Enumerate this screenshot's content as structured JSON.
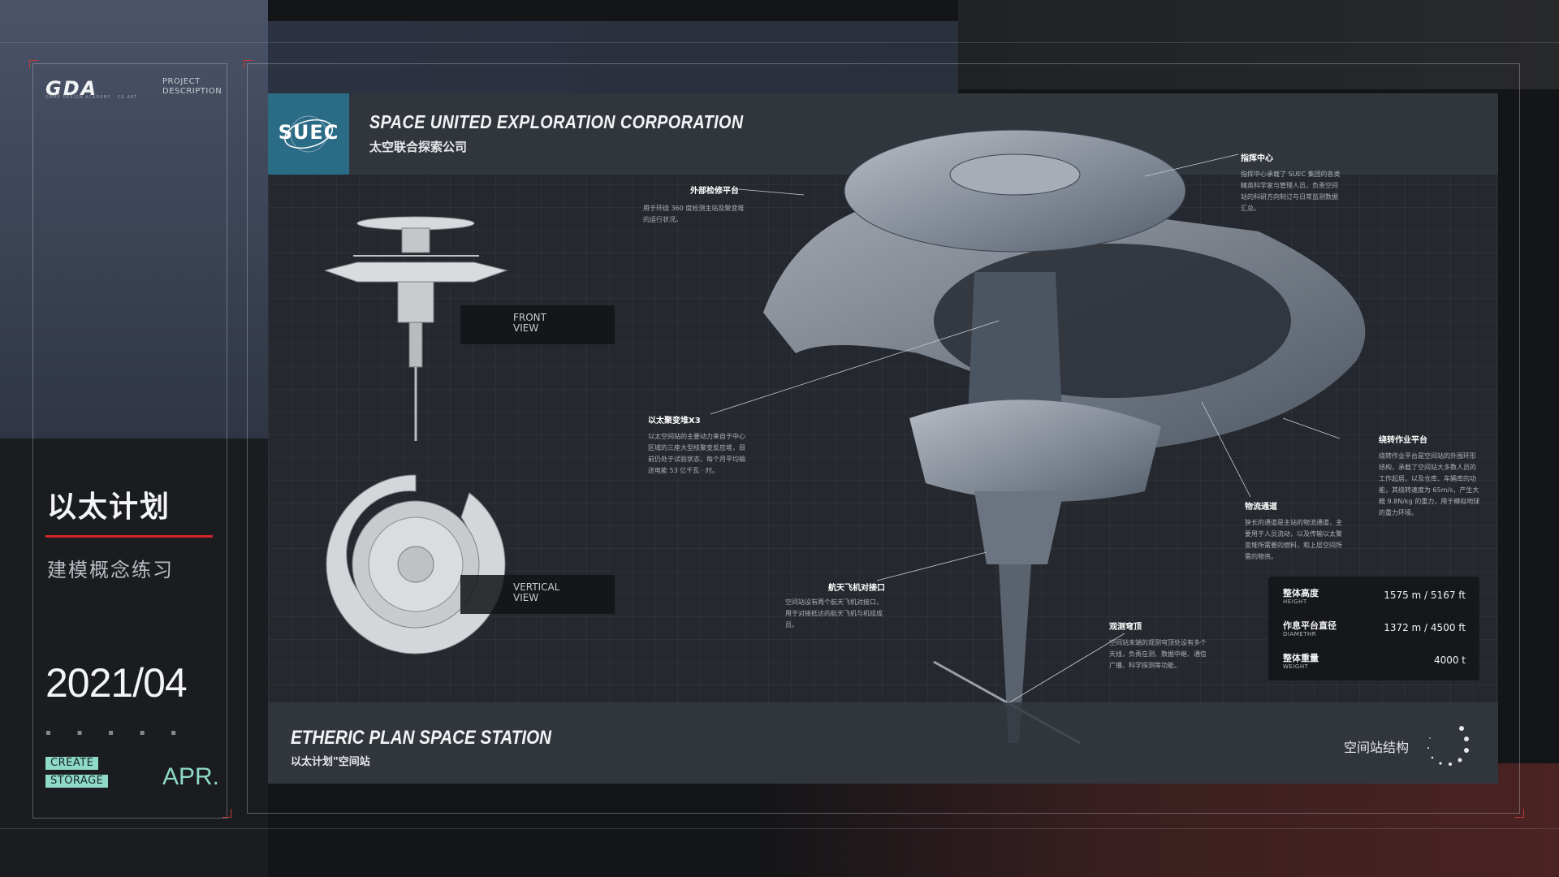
{
  "brand": {
    "logo": "GDA",
    "logo_sub": "GAME DESIGN ACADEMY · CG ART",
    "project_desc": [
      "PROJECT",
      "DESCRIPTION"
    ]
  },
  "left": {
    "title": "以太计划",
    "subtitle": "建模概念练习",
    "date": "2021/04",
    "tags": [
      "CREATE",
      "STORAGE"
    ],
    "month": "APR."
  },
  "header": {
    "logo": "SUEC",
    "company_en": "SPACE UNITED EXPLORATION CORPORATION",
    "company_cn": "太空联合探索公司"
  },
  "views": {
    "front": [
      "FRONT",
      "VIEW"
    ],
    "vertical": [
      "VERTICAL",
      "VIEW"
    ]
  },
  "annotations": {
    "maintenance": {
      "title": "外部检修平台",
      "body": "用于环绕 360 度检测主站及聚变堆的运行状况。"
    },
    "fusion": {
      "title": "以太聚变堆X3",
      "body": "以太空间站的主要动力来自于中心区域的三座大型核聚变反应堆，目前仍处于试验状态，每个月平均输送电能 53 亿千瓦 · 时。"
    },
    "dock": {
      "title": "航天飞机对接口",
      "body": "空间站设有两个航天飞机对接口，用于对接抵达的航天飞机与机组成员。"
    },
    "command": {
      "title": "指挥中心",
      "body": "指挥中心承载了 SUEC 集团的各类精英科学家与管理人员，负责空间站的科研方向制订与日常监测数据汇总。"
    },
    "ring": {
      "title": "绕转作业平台",
      "body": "绕转作业平台是空间站的外围环形结构，承载了空间站大多数人员的工作起居，以及仓库、车辆库的功能，其绕转速度为 65m/s，产生大概 9.8N/kg 的重力，用于模拟地球的重力环境。"
    },
    "logistics": {
      "title": "物流通道",
      "body": "狭长的通道是主站的物流通道，主要用于人员流动，以及传输以太聚变堆所需要的燃料，和上层空间所需的物资。"
    },
    "dome": {
      "title": "观测穹顶",
      "body": "空间站末端的观测穹顶处设有多个天线，负责在测、数据中继、通信广播、科学探测等功能。"
    }
  },
  "stats": [
    {
      "label_cn": "整体高度",
      "label_en": "HEIGHT",
      "value": "1575 m / 5167 ft"
    },
    {
      "label_cn": "作息平台直径",
      "label_en": "DIAMETHR",
      "value": "1372 m / 4500 ft"
    },
    {
      "label_cn": "整体重量",
      "label_en": "WEIGHT",
      "value": "4000 t"
    }
  ],
  "footer": {
    "plan_en": "ETHERIC PLAN SPACE STATION",
    "plan_cn": "以太计划\"空间站",
    "structure_label": "空间站结构"
  },
  "colors": {
    "accent_red": "#d2262c",
    "accent_teal": "#8fd9c8",
    "suec_blue": "#2a6b86"
  }
}
